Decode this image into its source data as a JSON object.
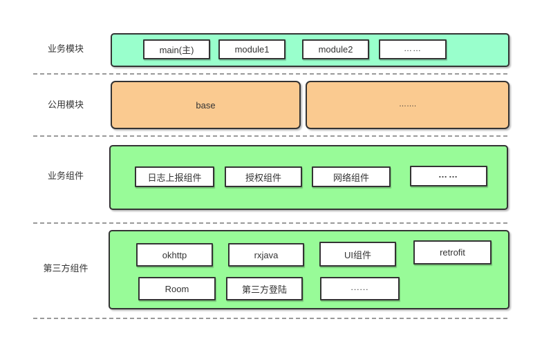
{
  "colors": {
    "mint": "#99FFCC",
    "orange": "#FACA90",
    "green": "#98FB98",
    "border": "#333333",
    "divider": "#999999",
    "text": "#333333",
    "boxbg": "#ffffff"
  },
  "layers": {
    "business_modules": {
      "label": "业务模块",
      "items": [
        "main(主)",
        "module1",
        "module2",
        "……"
      ]
    },
    "common_modules": {
      "label": "公用模块",
      "items": [
        "base",
        "……."
      ]
    },
    "business_components": {
      "label": "业务组件",
      "items": [
        "日志上报组件",
        "授权组件",
        "网络组件",
        "……"
      ]
    },
    "third_party_components": {
      "label": "第三方组件",
      "row1": [
        "okhttp",
        "rxjava",
        "UI组件",
        "retrofit"
      ],
      "row2": [
        "Room",
        "第三方登陆",
        "......"
      ]
    }
  }
}
